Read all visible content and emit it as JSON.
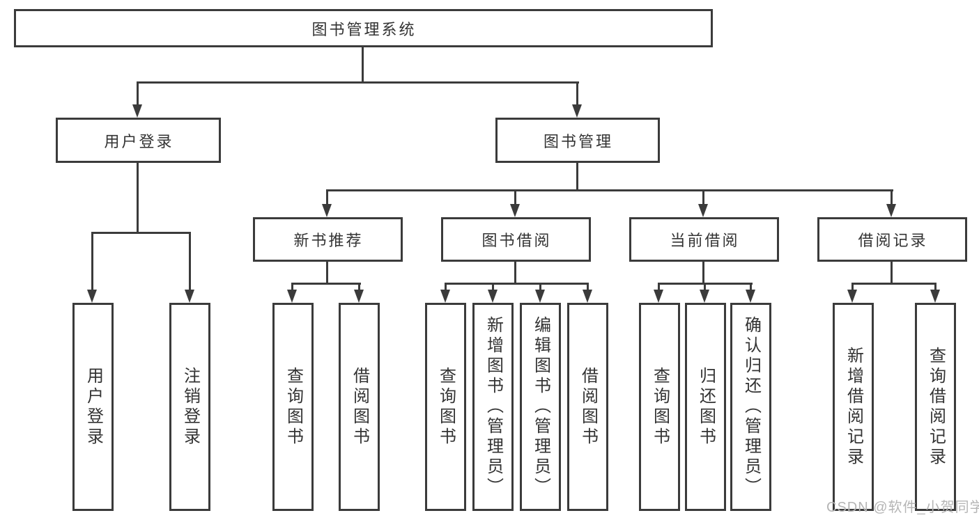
{
  "diagram": {
    "root": {
      "label": "图书管理系统"
    },
    "level1": {
      "user_login": {
        "label": "用户登录"
      },
      "book_management": {
        "label": "图书管理"
      }
    },
    "level2": {
      "new_book_recommend": {
        "label": "新书推荐"
      },
      "book_borrow": {
        "label": "图书借阅"
      },
      "current_borrow": {
        "label": "当前借阅"
      },
      "borrow_records": {
        "label": "借阅记录"
      }
    },
    "leaves": {
      "user_login": {
        "label": "用户登录"
      },
      "logout": {
        "label": "注销登录"
      },
      "recommend_query_books": {
        "label": "查询图书"
      },
      "recommend_borrow_books": {
        "label": "借阅图书"
      },
      "borrow_query_books": {
        "label": "查询图书"
      },
      "borrow_add_book_admin": {
        "label": "新增图书（管理员）"
      },
      "borrow_edit_book_admin": {
        "label": "编辑图书（管理员）"
      },
      "borrow_borrow_books": {
        "label": "借阅图书"
      },
      "current_query_books": {
        "label": "查询图书"
      },
      "current_return_book": {
        "label": "归还图书"
      },
      "current_confirm_return_admin": {
        "label": "确认归还（管理员）"
      },
      "records_add_record": {
        "label": "新增借阅记录"
      },
      "records_query_record": {
        "label": "查询借阅记录"
      }
    },
    "watermark": "CSDN @软件_小贺同学",
    "colors": {
      "line": "#3b3b3b",
      "text": "#333333",
      "watermark": "#b5b5b5",
      "background": "#ffffff"
    }
  }
}
